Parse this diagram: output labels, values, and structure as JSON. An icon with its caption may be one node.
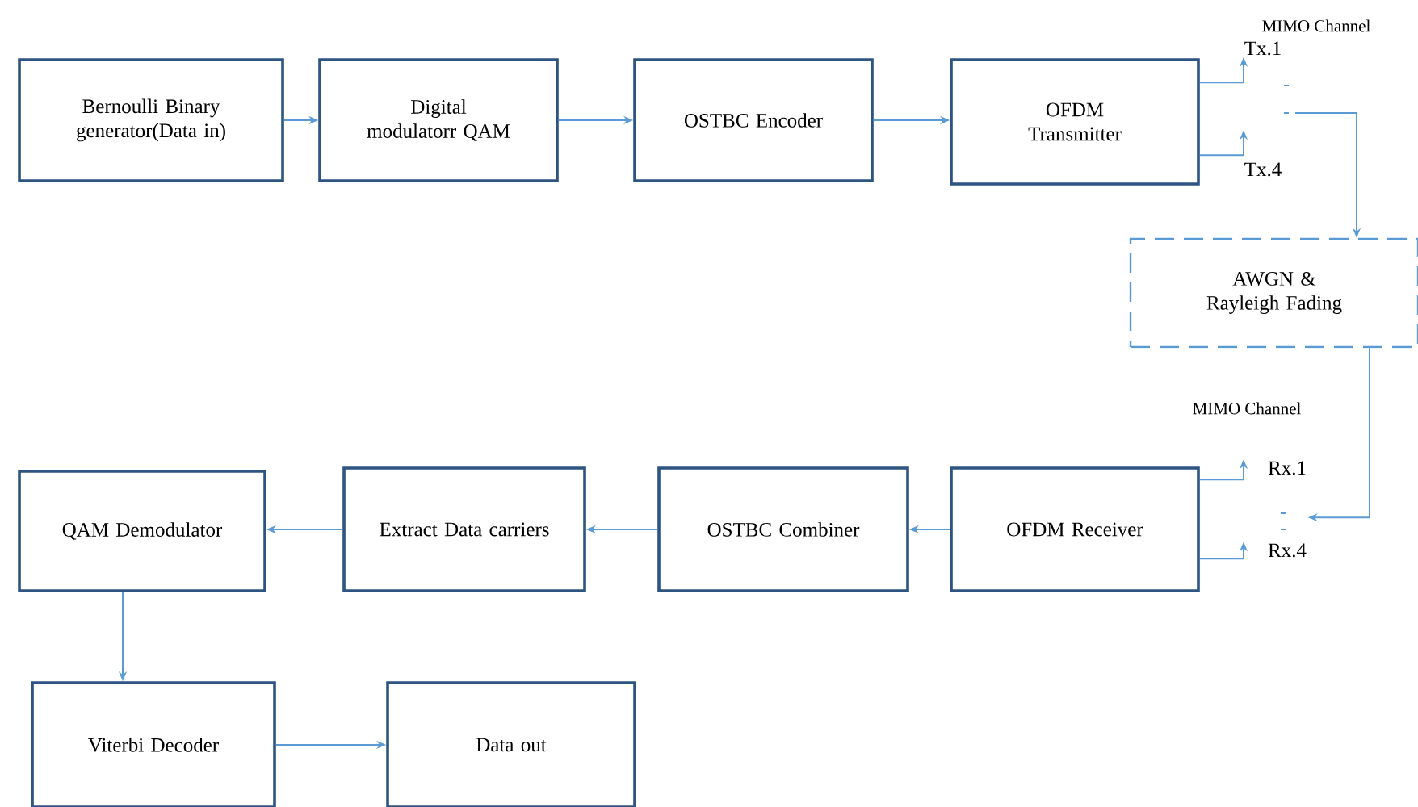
{
  "diagram": {
    "nodes": [
      {
        "text": [
          "Bernoulli Binary generator(Data in)"
        ]
      },
      {
        "text": [
          "Digital modulatorr QAM"
        ]
      },
      {
        "text": [
          "OSTBC Encoder"
        ]
      },
      {
        "text": [
          "OFDM Transmitter"
        ]
      },
      {
        "text": [
          "AWGN & Rayleigh Fading"
        ]
      },
      {
        "text": [
          "OFDM Receiver"
        ]
      },
      {
        "text": [
          "OSTBC Combiner"
        ]
      },
      {
        "text": [
          "Extract Data carriers"
        ]
      },
      {
        "text": [
          "QAM Demodulator"
        ]
      },
      {
        "text": [
          "Viterbi Decoder"
        ]
      },
      {
        "text": [
          "Data out"
        ]
      },
      {
        "text": [
          "Tx.1"
        ]
      },
      {
        "text": [
          "Tx.4"
        ]
      },
      {
        "text": [
          "Rx.1"
        ]
      },
      {
        "text": [
          "Rx.4"
        ]
      }
    ],
    "edges": [
      {
        "from": 0,
        "to": 1,
        "arrow": "to"
      },
      {
        "from": 1,
        "to": 2,
        "arrow": "to"
      },
      {
        "from": 2,
        "to": 3,
        "arrow": "to"
      },
      {
        "from": 3,
        "to": 11,
        "arrow": "to"
      },
      {
        "from": 3,
        "to": 12,
        "arrow": "to"
      },
      {
        "from": null,
        "to": 4,
        "arrow": "to"
      },
      {
        "from": 4,
        "to": 14,
        "arrow": "to"
      },
      {
        "from": 5,
        "to": 13,
        "arrow": "to"
      },
      {
        "from": 5,
        "to": 14,
        "arrow": "to"
      },
      {
        "from": 5,
        "to": 6,
        "arrow": "to"
      },
      {
        "from": 6,
        "to": 7,
        "arrow": "to"
      },
      {
        "from": 7,
        "to": 8,
        "arrow": "to"
      },
      {
        "from": 8,
        "to": 9,
        "arrow": "to"
      },
      {
        "from": 9,
        "to": 10,
        "arrow": "to"
      }
    ],
    "labels": [
      "MIMO Channel",
      "MIMO Channel"
    ]
  }
}
